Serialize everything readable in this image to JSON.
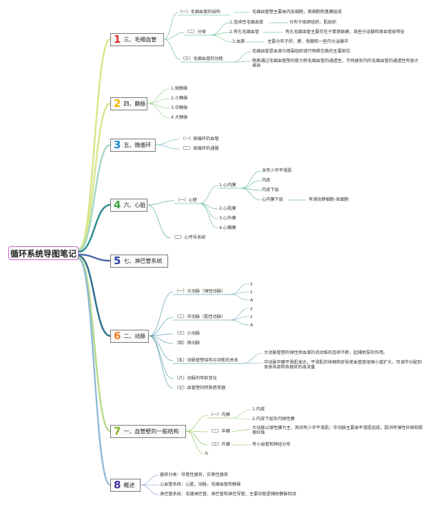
{
  "root": {
    "label": "循环系统导图笔记"
  },
  "b1": {
    "num": "1",
    "label": "三、毛细血管",
    "color": "#e0332b",
    "c1": {
      "label": "（一）毛细血管的结构",
      "leaf": "毛细血管壁主要由内皮细胞，周细胞和基膜组成"
    },
    "c2": {
      "label": "（二）分类",
      "items": [
        {
          "label": "1.连续性毛细血管",
          "leaf": "分布于结缔组织，肌组织"
        },
        {
          "label": "2.有孔毛细血管",
          "leaf": "有孔毛细血管主要存在于胃肠黏膜，某些分泌腺和肾血管球等处"
        },
        {
          "label": "3.血窦",
          "leaf": "主要分布于肝，脾，骨髓和一些内分泌腺中"
        }
      ]
    },
    "c3": {
      "label": "（三）毛细血管的功能",
      "leaf1": "毛细血管是血液与周围组织进行物质交换的主要部位",
      "leaf2": "物质通过毛细血管壁的能力称毛细血管的通透性，不同器官内的毛细血管的通透性有很大差异"
    }
  },
  "b2": {
    "num": "2",
    "label": "四、静脉",
    "color": "#f2b700",
    "items": [
      "1.微静脉",
      "2.小静脉",
      "3.中静脉",
      "4.大静脉"
    ]
  },
  "b3": {
    "num": "3",
    "label": "五、微循环",
    "color": "#1a8bd4",
    "items": [
      "（一）微循环的血管",
      "（二）微循环的通路"
    ]
  },
  "b4": {
    "num": "4",
    "label": "六、心脏",
    "color": "#3aa63a",
    "c1": {
      "label": "（一）心壁",
      "m1": {
        "label": "1.心内膜",
        "items": [
          "含有少许平滑肌",
          "内皮",
          "内皮下层",
          "心内膜下层"
        ],
        "leaf": "有浦肯野细胞-束细胞"
      },
      "others": [
        "2.心肌膜",
        "3.心外膜",
        "4.心瓣膜"
      ]
    },
    "c2": {
      "label": "（二）心传导系统"
    }
  },
  "b5": {
    "num": "5",
    "label": "七、淋巴管系统",
    "color": "#2e3f9e"
  },
  "b6": {
    "num": "6",
    "label": "二、动脉",
    "color": "#ef7d22",
    "c1": {
      "label": "（一）大动脉（弹性动脉）",
      "subs": [
        "y",
        "z",
        "A"
      ]
    },
    "c2": {
      "label": "（二）中动脉（肌性动脉）",
      "subs": [
        "y",
        "z",
        "A"
      ]
    },
    "c3": {
      "label": "（三）小动脉"
    },
    "c4": {
      "label": "（四）微动脉"
    },
    "c5": {
      "label": "（五）动脉管壁结构与功能的关系",
      "leaf1": "大动脉管壁的弹性使血液的流动维持连续不断，起辅助泵的作用。",
      "leaf2": "中动脉中膜平滑肌发达，平滑肌的收缩和舒张使血管管径缩小或扩大，可调节分配到身体各部和各器官的血流量"
    },
    "c6": {
      "label": "（六）动脉的年龄变化"
    },
    "c7": {
      "label": "（七）血管壁的特殊感受器"
    }
  },
  "b7": {
    "num": "7",
    "label": "一、血管壁的一般结构",
    "color": "#82b81c",
    "c1": {
      "label": "（一）内膜",
      "items": [
        "1.内皮",
        "2.内皮下层及内弹性膜"
      ]
    },
    "c2": {
      "label": "（二）中膜",
      "leaf": "大动脉以弹性膜为主，其间有少许平滑肌；中动脉主要由平滑肌组成，肌间有弹性纤维和胶原纤维"
    },
    "c3": {
      "label": "（三）外膜",
      "leaf": "有小血管和神经分布"
    },
    "b": "b"
  },
  "b8": {
    "num": "8",
    "label": "概述",
    "color": "#3c2fa0",
    "items": [
      "器官分类：导管性器官，实质性器官",
      "心血管系统：心脏，动脉，毛细血管和静脉",
      "淋巴管系统：毛细淋巴管，淋巴管和淋巴导管，主要功能是辅助静脉回流"
    ]
  }
}
